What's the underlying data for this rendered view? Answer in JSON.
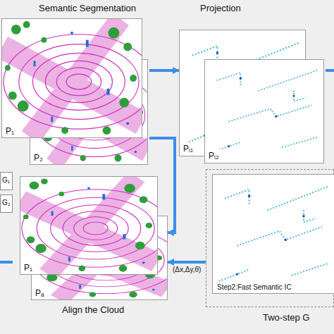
{
  "diagram": {
    "nodes": [
      {
        "text": [
          "Semantic Segmentation"
        ]
      },
      {
        "text": [
          "P₁"
        ],
        "in": 0
      },
      {
        "text": [
          "P₂"
        ],
        "in": 0
      },
      {
        "text": [
          "Projection"
        ]
      },
      {
        "text": [
          "Pₗ₁"
        ],
        "in": 3
      },
      {
        "text": [
          "Pₗ₂"
        ],
        "in": 3
      },
      {
        "text": [
          "Align the Cloud"
        ]
      },
      {
        "text": [
          "P₁"
        ],
        "in": 6
      },
      {
        "text": [
          "Pₐ"
        ],
        "in": 6
      },
      {
        "text": [
          "Two-step G"
        ]
      },
      {
        "text": [
          "Step2:Fast Semantic IC"
        ],
        "in": 9
      },
      {
        "text": [
          "G₁"
        ]
      },
      {
        "text": [
          "G₂"
        ]
      }
    ],
    "edges": [
      {
        "from": 0,
        "to": 3,
        "arrow": "to"
      },
      {
        "from": 0,
        "to": 6,
        "arrow": "to"
      },
      {
        "from": 9,
        "to": 6,
        "label": "(Δx,Δy,θ)",
        "arrow": "to"
      }
    ]
  }
}
